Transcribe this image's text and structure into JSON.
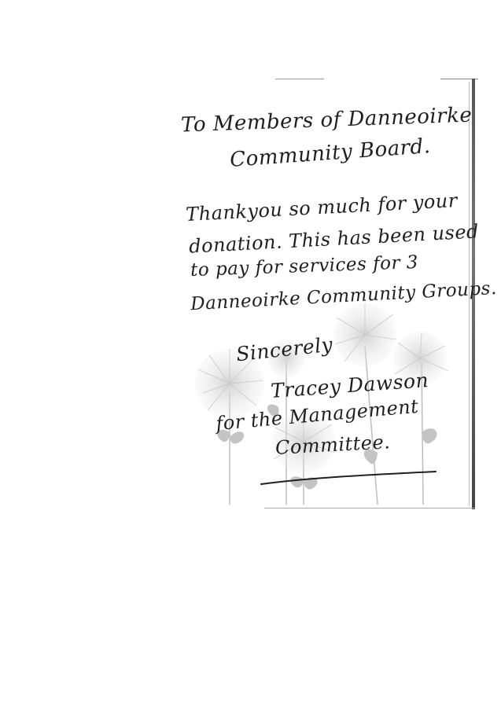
{
  "letter": {
    "salutation_line1": "To Members of Danneoirke",
    "salutation_line2": "Community Board.",
    "body_line1": "Thankyou so much for your",
    "body_line2": "donation. This has been used",
    "body_line3": "to pay for services for 3",
    "body_line4": "Danneoirke Community Groups.",
    "closing": "Sincerely",
    "signature": "Tracey Dawson",
    "signoff_line1": "for the Management",
    "signoff_line2": "Committee."
  },
  "colors": {
    "ink": "#1f1f1f",
    "flower_grey": "#b5b5b5",
    "card_edge": "#555555"
  }
}
